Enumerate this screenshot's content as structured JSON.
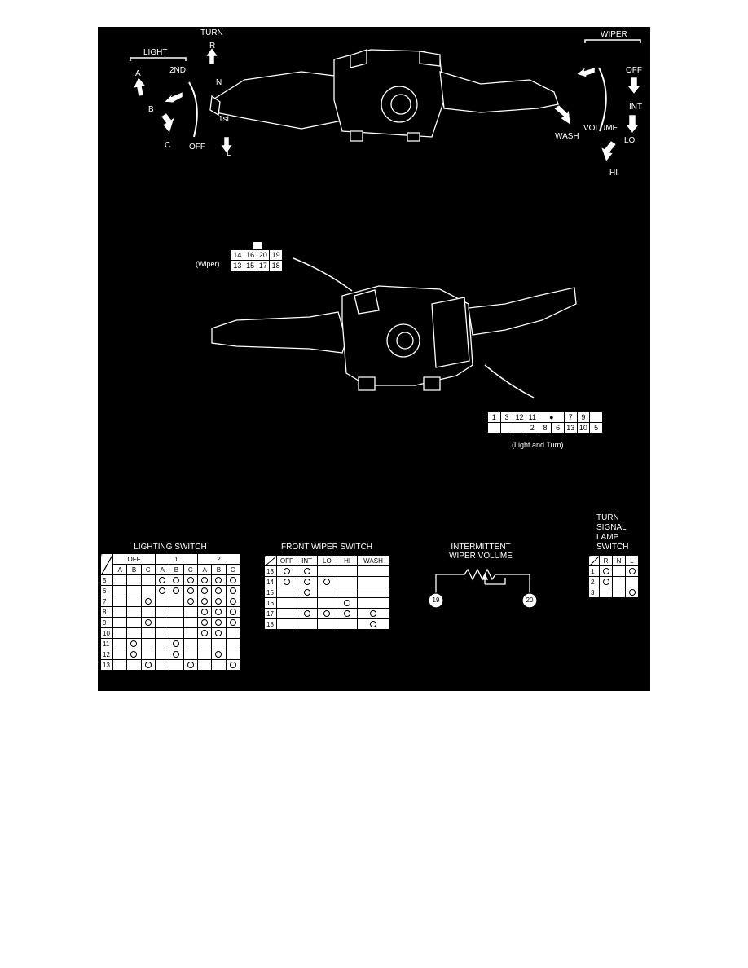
{
  "top_labels": {
    "light": "LIGHT",
    "second": "2ND",
    "pos_a": "A",
    "pos_b": "B",
    "pos_c": "C",
    "off_light": "OFF",
    "turn": "TURN",
    "turn_r": "R",
    "turn_n": "N",
    "first": "1st",
    "turn_l": "L",
    "wiper": "WIPER",
    "wiper_off": "OFF",
    "int": "INT",
    "lo": "LO",
    "hi": "HI",
    "volume": "VOLUME",
    "wash": "WASH"
  },
  "wiper_connector": {
    "label": "(Wiper)",
    "top_row": [
      "14",
      "16",
      "20",
      "19"
    ],
    "bottom_row": [
      "13",
      "15",
      "17",
      "18"
    ]
  },
  "light_turn_connector": {
    "label": "(Light and Turn)",
    "top_row": [
      "1",
      "3",
      "12",
      "11",
      "●",
      "7",
      "9",
      ""
    ],
    "bottom_row": [
      "",
      "",
      "",
      "2",
      "8",
      "6",
      "13",
      "10",
      "5"
    ]
  },
  "lighting_switch": {
    "title": "LIGHTING SWITCH",
    "groups": [
      "OFF",
      "1",
      "2"
    ],
    "columns": [
      "A",
      "B",
      "C",
      "A",
      "B",
      "C",
      "A",
      "B",
      "C"
    ],
    "rows": [
      {
        "terminal": "5",
        "on": [
          3,
          4,
          5,
          6,
          7,
          8
        ]
      },
      {
        "terminal": "6",
        "on": [
          3,
          4,
          5,
          6,
          7,
          8
        ]
      },
      {
        "terminal": "7",
        "on": [
          2,
          5,
          6,
          7,
          8
        ]
      },
      {
        "terminal": "8",
        "on": [
          6,
          7,
          8
        ]
      },
      {
        "terminal": "9",
        "on": [
          2,
          6,
          7,
          8
        ]
      },
      {
        "terminal": "10",
        "on": [
          6,
          7
        ]
      },
      {
        "terminal": "11",
        "on": [
          1,
          4
        ]
      },
      {
        "terminal": "12",
        "on": [
          1,
          4,
          7
        ]
      },
      {
        "terminal": "13",
        "on": [
          2,
          5,
          8
        ]
      }
    ]
  },
  "front_wiper_switch": {
    "title": "FRONT WIPER SWITCH",
    "columns": [
      "OFF",
      "INT",
      "LO",
      "HI",
      "WASH"
    ],
    "rows": [
      {
        "terminal": "13",
        "on": [
          0,
          1
        ]
      },
      {
        "terminal": "14",
        "on": [
          0,
          1,
          2
        ]
      },
      {
        "terminal": "15",
        "on": [
          1
        ]
      },
      {
        "terminal": "16",
        "on": [
          3
        ]
      },
      {
        "terminal": "17",
        "on": [
          1,
          2,
          3,
          4
        ]
      },
      {
        "terminal": "18",
        "on": [
          4
        ]
      }
    ]
  },
  "intermittent": {
    "title_line1": "INTERMITTENT",
    "title_line2": "WIPER VOLUME",
    "pin_left": "19",
    "pin_right": "20"
  },
  "turn_signal": {
    "title_line1": "TURN",
    "title_line2": "SIGNAL",
    "title_line3": "LAMP",
    "title_line4": "SWITCH",
    "columns": [
      "R",
      "N",
      "L"
    ],
    "rows": [
      {
        "terminal": "1",
        "on": [
          0,
          2
        ]
      },
      {
        "terminal": "2",
        "on": [
          0
        ]
      },
      {
        "terminal": "3",
        "on": [
          2
        ]
      }
    ]
  },
  "colors": {
    "background": "#000000",
    "ink": "#ffffff",
    "page": "#ffffff"
  }
}
